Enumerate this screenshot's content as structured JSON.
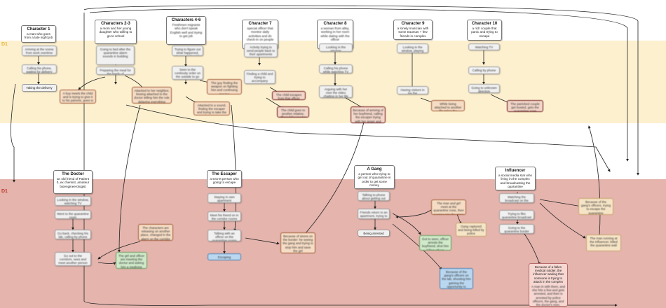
{
  "bands": [
    {
      "id": "band-d1-top",
      "label": "D1",
      "color": "#fdf0cf"
    },
    {
      "id": "band-d1-bottom",
      "label": "D1",
      "color": "#e4b4ad"
    }
  ],
  "colors": {
    "label_top": "#e9b53a",
    "label_bottom": "#c0392b",
    "edge": "#222222"
  },
  "characters": [
    {
      "name": "Character 1",
      "desc": "a man who goes from a late night job"
    },
    {
      "name": "Characters 2-3",
      "desc": "a mom and her young daughter who willing to go to school"
    },
    {
      "name": "Characters 4-6",
      "desc": "Freshmen migrants who don't speak English well and trying to get job"
    },
    {
      "name": "Character 7",
      "desc": "special officer that monitor daily activities and do check-in on people"
    },
    {
      "name": "Character 8",
      "desc": "a woman from alley, working in her room while dating with the officer"
    },
    {
      "name": "Character 9",
      "desc": "a lonely musician with some traumas + few friends in complex"
    },
    {
      "name": "Character 10",
      "desc": "a rich couple that panic and trying to escape"
    },
    {
      "name": "The Doctor",
      "desc": "an old friend of Patient 0, ex chemist, amateur bioengineerologist"
    },
    {
      "name": "The Escaper",
      "desc": "a secret person who going to escape"
    },
    {
      "name": "A Gang",
      "desc": "a person who trying to get out of quarantine in order to get some money"
    },
    {
      "name": "Influencer",
      "desc": "a social media star who living in the complex and broadcasting the quarantine"
    }
  ],
  "steps": {
    "c1": [
      "Arriving at the scene from work overtime crashes",
      "Calling his phone, waiting for delivery",
      "Taking the delivery"
    ],
    "c23": [
      "Going to bed after the quarantine alarm sounds in building",
      "Preparing the meal for the family of quarantined"
    ],
    "c46": [
      "Trying to figure out what happened, alarm unbelievable to them",
      "Seen to the continuity order on the outside to go out for supplies"
    ],
    "c7": [
      "Activity trying to send people back to their apartments",
      "Finding a child and trying to accompany him/her to mother"
    ],
    "c8": [
      "Looking in the window",
      "Calling his phone while watching TV",
      "Arguing with her over the video chatting in her life daily"
    ],
    "c9": [
      "Looking in the window, playing music",
      "Having visitors in his flat"
    ],
    "c10": [
      "Watching TV",
      "Calling by phone",
      "Going to unknown direction"
    ],
    "doctor": [
      "Looking in the window, watching TV",
      "Went to the quarantine room",
      "Go back, checking his lab, calling by phone",
      "Go out to the corridors, sees and meet another person"
    ],
    "escaper": [
      "Staying in own apartment",
      "Meet his friend on in the corridor rooms",
      "Talking with an officer on the quarantine rooms"
    ],
    "gang": [
      "Talking to phone about getting out",
      "Friends return to an apartment, trying to steal money",
      "Being arrested"
    ],
    "influencer": [
      "Watching the broadcast on the complex",
      "Trying to film quarantine broadcast",
      "Going to the quarantine border and gets sick"
    ]
  },
  "notes": {
    "c23_sync": "A boy meets the child and is trying to give it to his parents, goes to the doctor",
    "c46_sync1": "Attacked to her neighbor, kissing attached to the doctor telling him the rule delaying everything",
    "c46_sync2": "The guy finding the weapon on fighting him and continuing moving",
    "c46_sync3": "Attacked to a sound, finding the escaper and trying to take the periscope",
    "c7_sync1": "The child escapes from that officer",
    "c7_sync2": "The child goes to another relative, officer following her",
    "c8_sync": "Because of arriving of her boyfriend, calling the escaper trying with her anger and his fear",
    "c9_sync": "While being attached to another life rating the apartment",
    "c10_sync": "The panicked couple get busted, gets the quarantine zone",
    "doctor_sync": "The characters are releasing on another place, changed in the alarm on the corridor",
    "doctor_green": "The girl and officer are meeting the doctor and asking him a medicine that can stop",
    "escaper_blue": "Escaping",
    "escaper_sync": "Because of sirens on the border: he seeing the gang and trying to stop him and save the girl",
    "gang_sync1": "The man and girl meet at the quarantine zone, then running into the gang",
    "gang_tan": "Gang captured and being killed by police",
    "gang_green": "Got to seen, officer arrests the boyfriend, shot him killing others",
    "gang_blue": "Because of the gang's officers on the lab, shooting him gaining the opportunity to escape",
    "infl_sync1": "Because of the gang's officers, trying to escape the quarantine",
    "infl_sync2": "The man running at the influencer, killed the quarantine wall",
    "infl_pink_title": "Because of a fallen medical soldier, the influencer waking that someone is trying to attack in the complex",
    "infl_pink_body": "A man in with them, and she hits a few and gets arrested, and then is arrested by police officers, the gang, and the doctor's men, Opening goes to be influencers"
  }
}
